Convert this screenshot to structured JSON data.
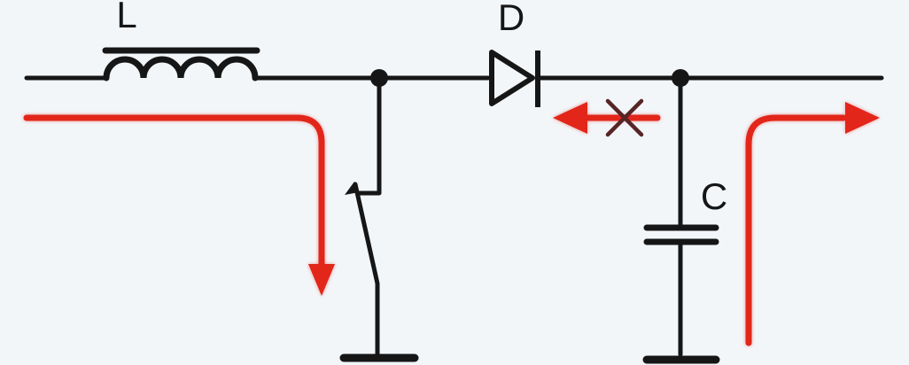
{
  "diagram": {
    "type": "circuit-diagram",
    "labels": {
      "inductor": "L",
      "diode": "D",
      "capacitor": "C"
    },
    "colors": {
      "background": "#f3f6f9",
      "wire": "#161616",
      "current": "#e2261a",
      "blocked_x": "#572525"
    },
    "current_paths": [
      {
        "name": "input-current-arrow",
        "shape": "right-then-curve-down",
        "head": "down"
      },
      {
        "name": "blocked-current-arrow",
        "shape": "leftward-with-x-mark",
        "head": "left"
      },
      {
        "name": "output-current-arrow",
        "shape": "up-then-curve-right",
        "head": "right"
      }
    ]
  }
}
